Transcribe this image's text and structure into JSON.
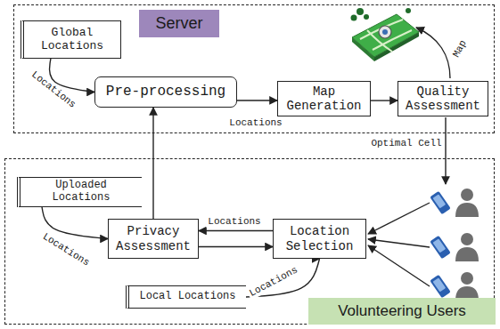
{
  "diagram": {
    "nodes": [
      {
        "text": [
          "Server"
        ]
      },
      {
        "text": [
          "Global Locations"
        ],
        "in": 0
      },
      {
        "text": [
          "Pre-processing"
        ],
        "in": 0
      },
      {
        "text": [
          "Map Generation"
        ],
        "in": 0
      },
      {
        "text": [
          "Quality Assessment"
        ],
        "in": 0
      },
      {
        "text": [
          "Volunteering Users"
        ]
      },
      {
        "text": [
          "Uploaded Locations"
        ],
        "in": 5
      },
      {
        "text": [
          "Privacy Assessment"
        ],
        "in": 5
      },
      {
        "text": [
          "Location Selection"
        ],
        "in": 5
      },
      {
        "text": [
          "Local Locations"
        ],
        "in": 5
      }
    ],
    "edges": [
      {
        "from": 1,
        "to": 2,
        "label": "Locations",
        "arrow": "to"
      },
      {
        "from": 2,
        "to": 3,
        "label": "Locations",
        "arrow": "to"
      },
      {
        "from": 3,
        "to": 4,
        "arrow": "to"
      },
      {
        "from": 6,
        "to": 7,
        "label": "Locations",
        "arrow": "to"
      },
      {
        "from": 7,
        "to": 2,
        "arrow": "to"
      },
      {
        "from": 8,
        "to": 7,
        "label": "Locations",
        "arrow": "to"
      },
      {
        "from": 7,
        "to": 8,
        "arrow": "to"
      },
      {
        "from": 9,
        "to": 8,
        "label": "Locations",
        "arrow": "to"
      }
    ],
    "labels": [
      "Map",
      "Optimal Cell"
    ]
  }
}
